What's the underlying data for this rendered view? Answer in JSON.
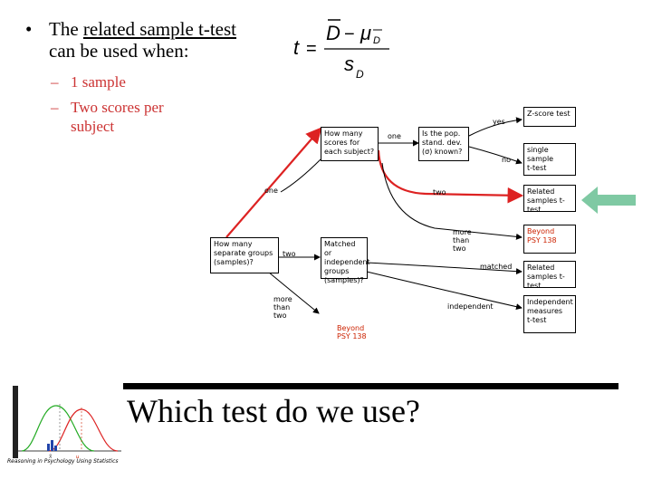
{
  "slide": {
    "bullet_intro_plain": "The ",
    "bullet_intro_underlined": "related sample t-test",
    "bullet_line2": "can be used when:",
    "sub1": "1 sample",
    "sub2_line1": "Two scores per",
    "sub2_line2": "subject",
    "formula": {
      "lhs": "t",
      "num_left": "D",
      "num_minus": "−",
      "num_mu": "μ",
      "num_mu_sub": "D",
      "den": "s",
      "den_sub": "D"
    },
    "footer_title": "Which test do we use?",
    "footer_caption": "Reasoning in Psychology Using Statistics"
  },
  "flowchart": {
    "q_how_many_scores": [
      "How many",
      "scores for",
      "each subject?"
    ],
    "q_is_sd_known": [
      "Is the pop.",
      "stand. dev.",
      "(σ) known?"
    ],
    "q_how_many_groups": [
      "How many",
      "separate groups",
      "(samples)?"
    ],
    "q_matched": [
      "Matched or",
      "independent",
      "groups",
      "(samples)?"
    ],
    "r_z_score": [
      "Z-score test"
    ],
    "r_single_sample": [
      "single sample",
      "t-test"
    ],
    "r_related_1": [
      "Related",
      "samples t-test"
    ],
    "r_beyond_1": [
      "Beyond",
      "PSY 138"
    ],
    "r_related_2": [
      "Related",
      "samples t-test"
    ],
    "r_independent": [
      "Independent",
      "measures",
      "t-test"
    ],
    "beyond_bottom": [
      "Beyond",
      "PSY 138"
    ],
    "edge_one": "one",
    "edge_two_top": "two",
    "edge_yes": "yes",
    "edge_no": "no",
    "edge_one_left": "one",
    "edge_two_groups": "two",
    "edge_more_than_two_top": [
      "more",
      "than",
      "two"
    ],
    "edge_matched": "matched",
    "edge_independent": "independent",
    "edge_more_than_two_bottom": [
      "more",
      "than",
      "two"
    ]
  },
  "colors": {
    "highlight_red": "#dd2222",
    "arrow_green": "#7fc9a3",
    "beyond_red": "#cc2200"
  },
  "icons": {
    "green_arrow": "left-arrow-icon",
    "logo": "distribution-curves-logo"
  }
}
